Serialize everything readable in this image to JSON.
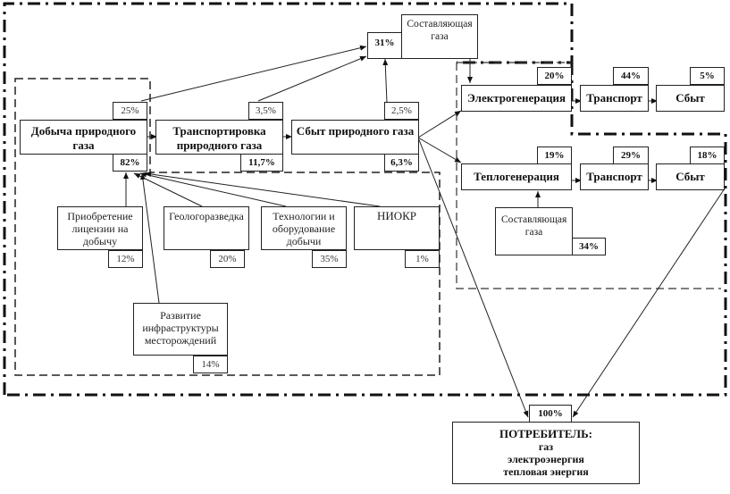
{
  "nodes": {
    "gas_component_top": {
      "label": "Составляющая газа",
      "pct": "31%"
    },
    "extraction": {
      "label": "Добыча природного газа",
      "pct_top": "25%",
      "pct_bottom": "82%"
    },
    "transport": {
      "label": "Транспортировка природного газа",
      "pct_top": "3,5%",
      "pct_bottom": "11,7%"
    },
    "sales": {
      "label": "Сбыт природного газа",
      "pct_top": "2,5%",
      "pct_bottom": "6,3%"
    },
    "power_gen": {
      "label": "Электрогенерация",
      "pct": "20%"
    },
    "power_transport": {
      "label": "Транспорт",
      "pct": "44%"
    },
    "power_sales": {
      "label": "Сбыт",
      "pct": "5%"
    },
    "heat_gen": {
      "label": "Теплогенерация",
      "pct": "19%"
    },
    "heat_transport": {
      "label": "Транспорт",
      "pct": "29%"
    },
    "heat_sales": {
      "label": "Сбыт",
      "pct": "18%"
    },
    "gas_component_heat": {
      "label": "Составляющая газа",
      "pct": "34%"
    },
    "license": {
      "label": "Приобретение лицензии на добычу",
      "pct": "12%"
    },
    "geology": {
      "label": "Геологоразведка",
      "pct": "20%"
    },
    "technology": {
      "label": "Технологии и оборудование добычи",
      "pct": "35%"
    },
    "rnd": {
      "label": "НИОКР",
      "pct": "1%"
    },
    "infrastructure": {
      "label": "Развитие инфраструктуры месторождений",
      "pct": "14%"
    },
    "consumer": {
      "title": "ПОТРЕБИТЕЛЬ:",
      "line1": "газ",
      "line2": "электроэнергия",
      "line3": "тепловая энергия",
      "pct": "100%"
    }
  }
}
